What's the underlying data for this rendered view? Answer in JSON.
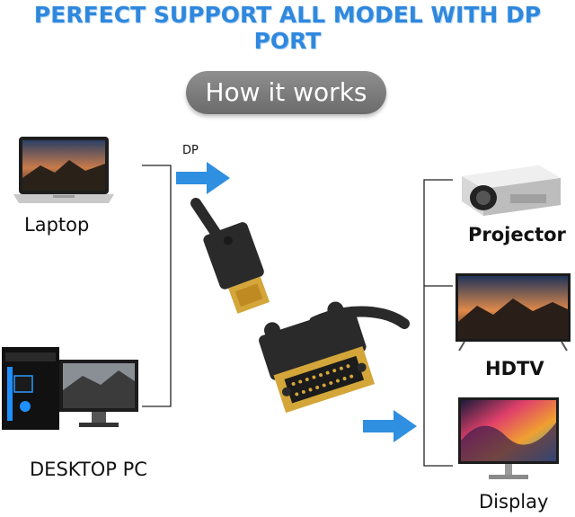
{
  "headline": "PERFECT SUPPORT ALL MODEL WITH  DP  PORT",
  "pill_label": "How it  works",
  "dp_label": "DP",
  "sources": {
    "laptop": "Laptop",
    "desktop": "DESKTOP PC"
  },
  "outputs": {
    "projector": "Projector",
    "hdtv": "HDTV",
    "display": "Display"
  },
  "colors": {
    "headline": "#2f88dd",
    "arrow": "#2f8fe0",
    "pill": "#7c7c7c",
    "connector_black": "#2a2a2a",
    "connector_gold": "#d4a63a"
  }
}
